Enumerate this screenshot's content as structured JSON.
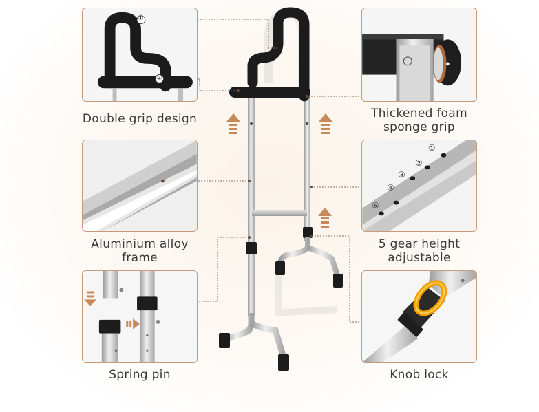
{
  "features": {
    "double_grip": {
      "caption": "Double grip design",
      "markers": [
        "①",
        "②"
      ]
    },
    "foam_grip": {
      "caption_line1": "Thickened foam",
      "caption_line2": "sponge grip"
    },
    "aluminium": {
      "caption_line1": "Aluminium alloy",
      "caption_line2": "frame"
    },
    "height": {
      "caption_line1": "5 gear height",
      "caption_line2": "adjustable",
      "markers": [
        "①",
        "②",
        "③",
        "④",
        "⑤"
      ]
    },
    "spring_pin": {
      "caption": "Spring pin"
    },
    "knob_lock": {
      "caption": "Knob lock"
    }
  },
  "colors": {
    "accent": "#c79a7a",
    "arrow": "#c8885a",
    "grip": "#1c1c1c",
    "metal": "#c8c8c8"
  }
}
